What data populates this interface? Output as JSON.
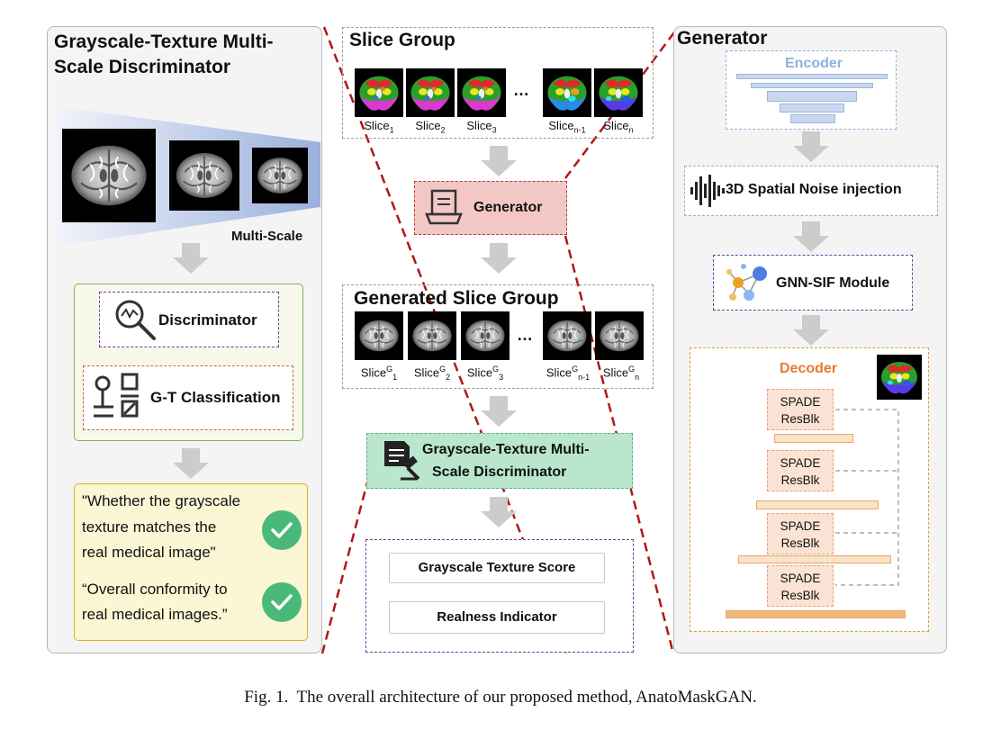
{
  "left_panel": {
    "title_line1": "Grayscale-Texture Multi-",
    "title_line2": "Scale Discriminator",
    "multiscale_label": "Multi-Scale",
    "discriminator_label": "Discriminator",
    "gt_label": "G-T Classification",
    "quote1_l1": "\"Whether the grayscale",
    "quote1_l2": "texture matches the",
    "quote1_l3": "real medical image\"",
    "quote2_l1": "“Overall conformity to",
    "quote2_l2": "real medical images.”"
  },
  "middle": {
    "slice_group_title": "Slice Group",
    "slice_base": "Slice",
    "slice_subs": [
      "1",
      "2",
      "3",
      "n-1",
      "n"
    ],
    "ellipsis": "…",
    "generator_label": "Generator",
    "generated_title": "Generated Slice Group",
    "gen_sup": "G",
    "ellipsis2": "…",
    "disc_line1": "Grayscale-Texture Multi-",
    "disc_line2": "Scale Discriminator",
    "score_label": "Grayscale Texture Score",
    "realness_label": "Realness Indicator"
  },
  "right_panel": {
    "title": "Generator",
    "encoder_label": "Encoder",
    "noise_label": "3D Spatial Noise injection",
    "gnn_label": "GNN-SIF Module",
    "decoder_label": "Decoder",
    "spade_l1": "SPADE",
    "spade_l2": "ResBlk"
  },
  "caption": "Fig. 1.  The overall architecture of our proposed method, AnatoMaskGAN.",
  "colors": {
    "generator_fill": "#f4c7c7",
    "generator_border": "#c0392b",
    "discriminator_fill": "#b9e6cc",
    "check_green": "#49b97a",
    "quote_fill": "#fbf6d4",
    "decoder_border": "#d8a030",
    "encoder_border": "#8fb0e0",
    "purple": "#7a3a9a",
    "red_dash": "#b01818"
  }
}
